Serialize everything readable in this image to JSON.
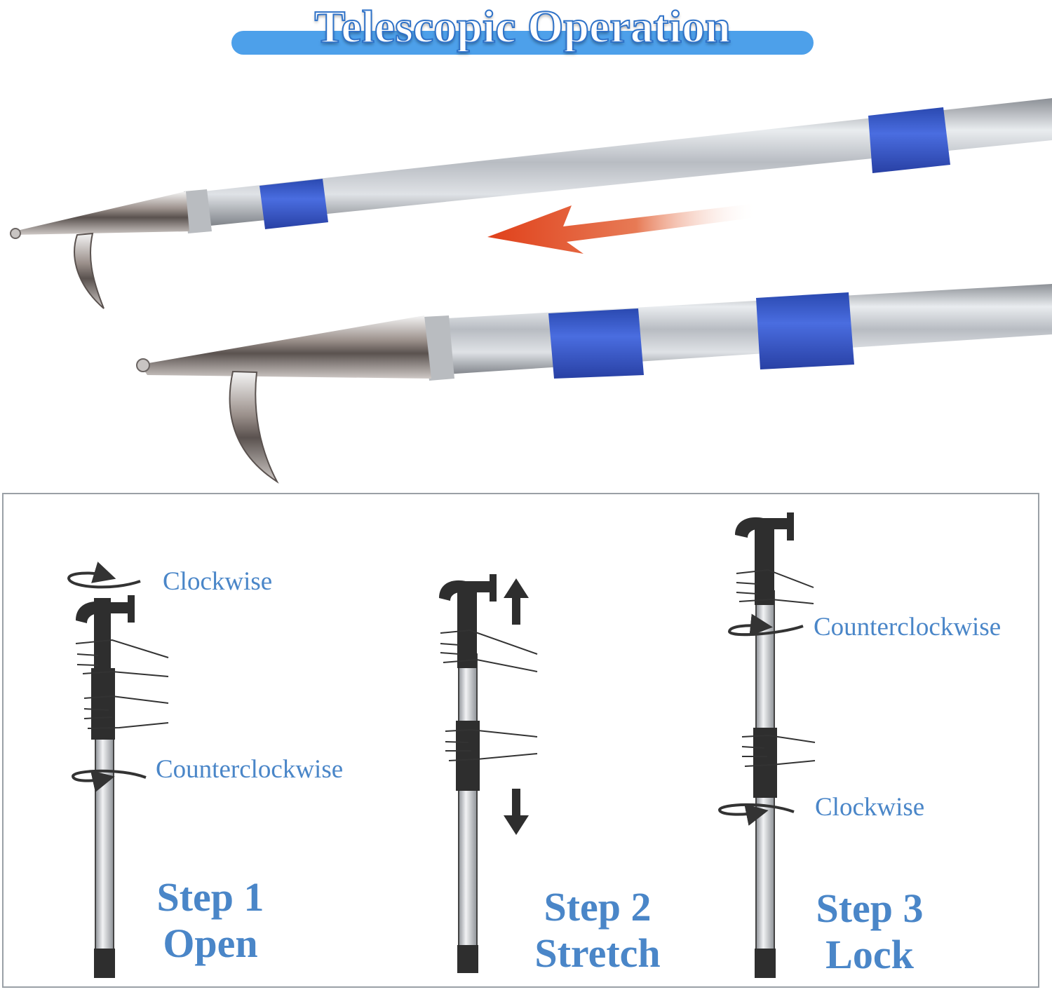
{
  "header": {
    "title": "Telescopic Operation"
  },
  "colors": {
    "banner": "#4da0ea",
    "accent_text": "#4a86c8",
    "pole_band": "#3a5fc8",
    "arrow": "#e0401a"
  },
  "steps": [
    {
      "step_label": "Step 1",
      "action": "Open",
      "top_direction": "Clockwise",
      "bottom_direction": "Counterclockwise"
    },
    {
      "step_label": "Step 2",
      "action": "Stretch"
    },
    {
      "step_label": "Step 3",
      "action": "Lock",
      "top_direction": "Counterclockwise",
      "bottom_direction": "Clockwise"
    }
  ]
}
